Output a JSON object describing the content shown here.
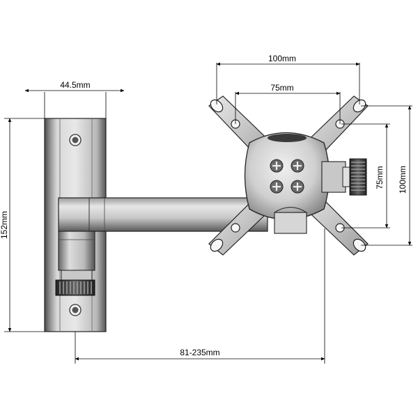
{
  "dimensions": {
    "mount_width": "44.5mm",
    "mount_height": "152mm",
    "arm_extension": "81-235mm",
    "vesa_outer_horizontal": "100mm",
    "vesa_inner_horizontal": "75mm",
    "vesa_outer_vertical": "100mm",
    "vesa_inner_vertical": "75mm"
  },
  "colors": {
    "line": "#000000",
    "metal_dark": "#3a3a3a",
    "metal_mid": "#7a7a7a",
    "metal_light": "#cfcfcf",
    "screw": "#5a5a5a"
  }
}
